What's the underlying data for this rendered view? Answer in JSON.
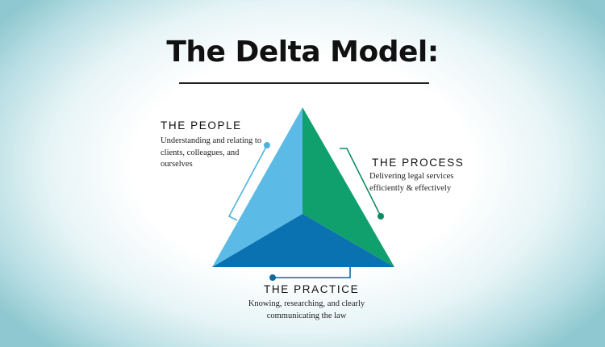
{
  "title": "The Delta Model:",
  "colors": {
    "people": "#5bbbe6",
    "process": "#0fa06e",
    "practice": "#0a72b0",
    "people_line": "#4cb3d8",
    "process_line": "#0e8a63",
    "practice_line": "#0f6b9e",
    "background_edge": "#8fc8d0"
  },
  "segments": [
    {
      "id": "people",
      "heading": "THE PEOPLE",
      "description": "Understanding and relating to clients, colleagues, and ourselves"
    },
    {
      "id": "process",
      "heading": "THE PROCESS",
      "description": "Delivering legal services efficiently & effectively"
    },
    {
      "id": "practice",
      "heading": "THE PRACTICE",
      "description": "Knowing, researching, and clearly communicating the law"
    }
  ]
}
